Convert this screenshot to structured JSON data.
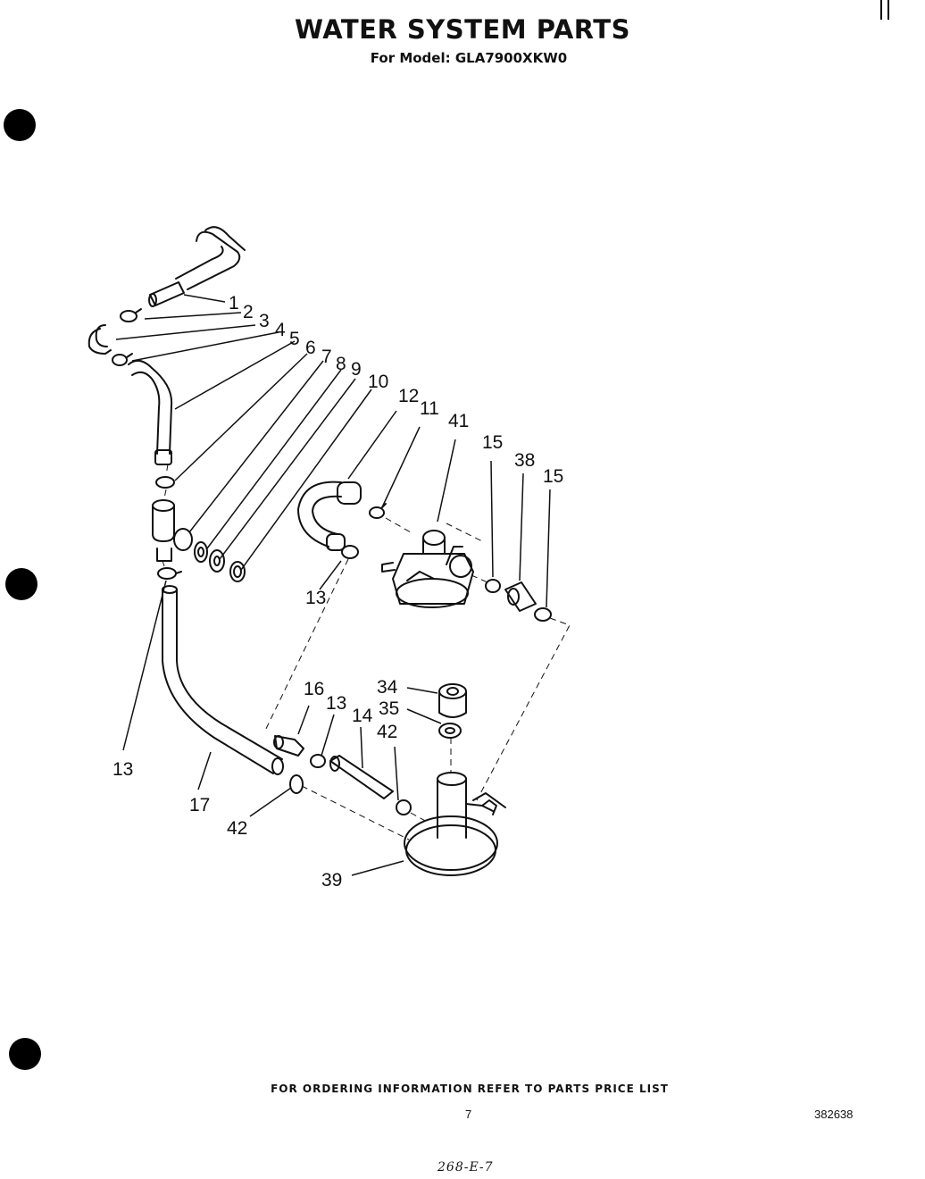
{
  "header": {
    "title": "WATER SYSTEM PARTS",
    "model_line": "For Model: GLA7900XKW0"
  },
  "callouts": {
    "c1": "1",
    "c2": "2",
    "c3": "3",
    "c4": "4",
    "c5": "5",
    "c6": "6",
    "c7": "7",
    "c8": "8",
    "c9": "9",
    "c10": "10",
    "c11": "11",
    "c12": "12",
    "c13a": "13",
    "c13b": "13",
    "c13c": "13",
    "c14": "14",
    "c15a": "15",
    "c15b": "15",
    "c16": "16",
    "c17": "17",
    "c34": "34",
    "c35": "35",
    "c38": "38",
    "c39": "39",
    "c41": "41",
    "c42a": "42",
    "c42b": "42"
  },
  "footer": {
    "ordering_note": "FOR ORDERING INFORMATION REFER TO PARTS PRICE LIST",
    "page_number": "7",
    "part_number": "382638",
    "handwritten_code": "268-E-7"
  }
}
